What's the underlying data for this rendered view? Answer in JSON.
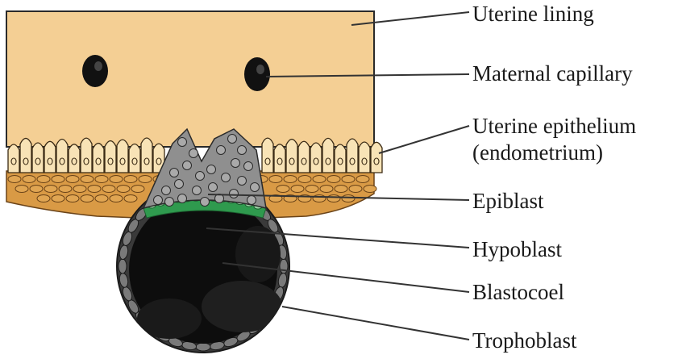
{
  "labels": {
    "uterine_lining": "Uterine lining",
    "maternal_capillary": "Maternal capillary",
    "uterine_epithelium": "Uterine epithelium",
    "endometrium": "(endometrium)",
    "epiblast": "Epiblast",
    "hypoblast": "Hypoblast",
    "blastocoel": "Blastocoel",
    "trophoblast": "Trophoblast"
  },
  "colors": {
    "uterine_lining": "#f4cf94",
    "epithelium_cell": "#f8e3b6",
    "deep_tissue": "#d99a45",
    "hypoblast": "#2f9a4e",
    "blastocyst_interior": "#0d0d0d",
    "trophoblast_cell": "#7a7a7a",
    "epiblast_cell": "#a9a9a9"
  }
}
